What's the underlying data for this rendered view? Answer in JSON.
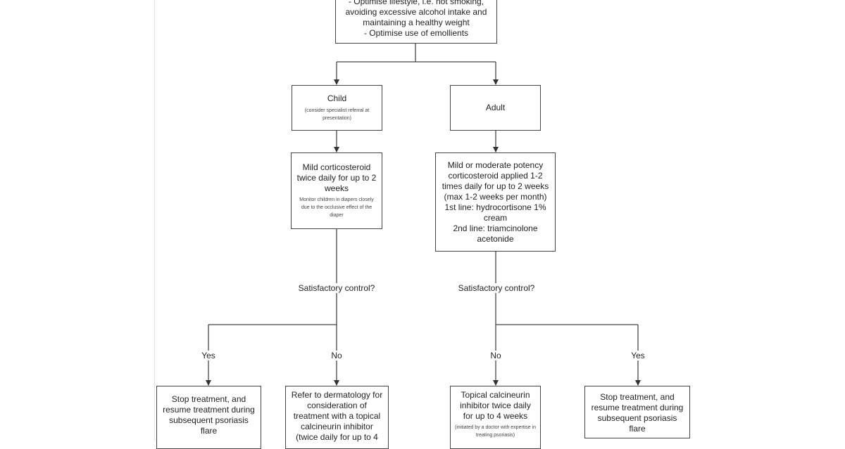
{
  "top": {
    "lines": [
      "- Optimise lifestyle, i.e. not smoking,",
      "avoiding excessive alcohol intake and",
      "maintaining a healthy weight",
      "- Optimise use of emollients"
    ]
  },
  "child": {
    "title": "Child",
    "note": "(consider specialist referral at presentation)"
  },
  "adult": {
    "title": "Adult"
  },
  "child_treatment": {
    "main": "Mild corticosteroid twice daily for up to 2 weeks",
    "note": "Monitor children in diapers closely due to the occlusive effect of the diaper"
  },
  "adult_treatment": {
    "main": "Mild or moderate potency corticosteroid applied 1-2 times daily for up to 2 weeks (max 1-2 weeks per month)\n1st line: hydrocortisone 1% cream\n2nd line: triamcinolone acetonide"
  },
  "question_child": "Satisfactory control?",
  "question_adult": "Satisfactory control?",
  "branches": {
    "child_yes": "Yes",
    "child_no": "No",
    "adult_no": "No",
    "adult_yes": "Yes"
  },
  "outcomes": {
    "child_yes": "Stop treatment, and resume treatment during subsequent psoriasis flare",
    "child_no": "Refer to dermatology for consideration of treatment with a topical calcineurin inhibitor (twice daily for up to 4",
    "adult_no": "Topical calcineurin inhibitor twice daily for up to 4 weeks",
    "adult_no_note": "(initiated by a doctor with expertise in treating psoriasis)",
    "adult_yes": "Stop treatment, and resume treatment during subsequent psoriasis flare"
  }
}
